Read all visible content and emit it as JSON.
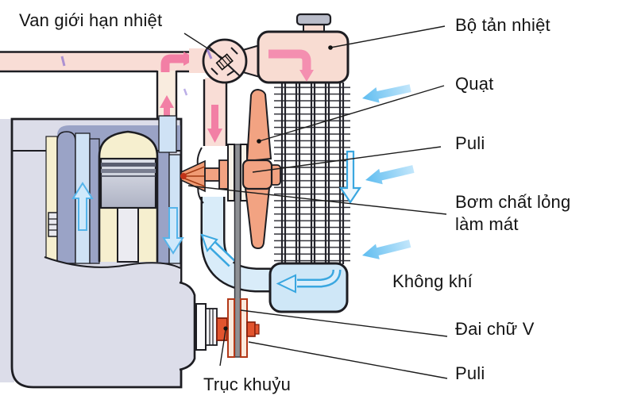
{
  "labels": {
    "thermostat_valve": "Van giới hạn nhiệt",
    "radiator": "Bộ tản nhiệt",
    "fan": "Quạt",
    "fan_pulley": "Puli",
    "coolant_pump": "Bơm chất lỏng làm mát",
    "air": "Không khí",
    "v_belt": "Đai chữ V",
    "crank_pulley": "Puli",
    "crankshaft": "Trục khuỷu"
  },
  "colors": {
    "outline": "#1d1d22",
    "hot_pipe_fill": "#f9ddd6",
    "hot_arrow_pink": "#f27fa5",
    "radiator_tank": "#f8dcd2",
    "cold_tank": "#cfe7f7",
    "cold_arrow_outline": "#3aa7e0",
    "air_arrow": "#8ed1f4",
    "engine_block": "#dcdde9",
    "water_jacket": "#9aa3c6",
    "coolant_channel": "#cfe2f5",
    "cylinder_cream": "#f6efcf",
    "fan_salmon": "#f2a382",
    "crank_hub_red": "#e2542e",
    "belt_grey": "#8e9094"
  }
}
